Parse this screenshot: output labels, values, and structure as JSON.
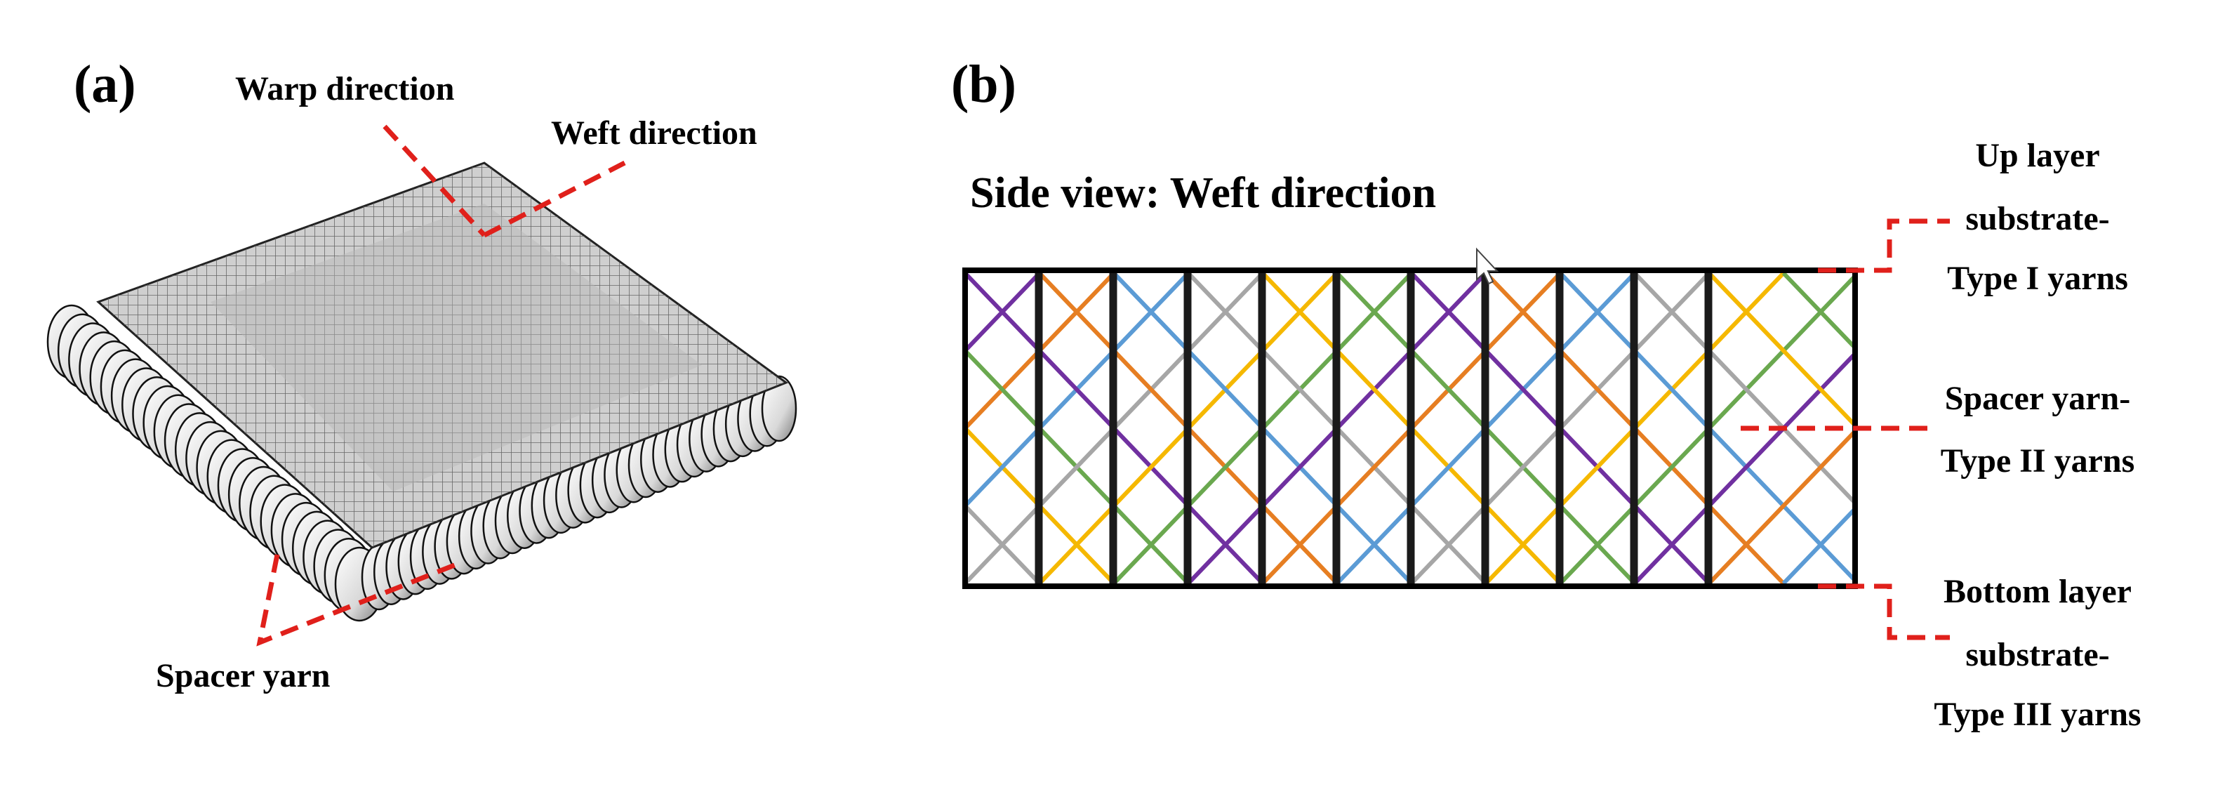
{
  "panel_a": {
    "label": "(a)",
    "warp_label": "Warp direction",
    "weft_label": "Weft direction",
    "spacer_label": "Spacer yarn"
  },
  "panel_b": {
    "label": "(b)",
    "title": "Side view: Weft direction",
    "up_layer": [
      "Up layer",
      "substrate-",
      "Type I yarns"
    ],
    "spacer": [
      "Spacer yarn-",
      "Type II yarns"
    ],
    "bottom_layer": [
      "Bottom layer",
      "substrate-",
      "Type III yarns"
    ]
  },
  "colors": {
    "leader": "#e0201b",
    "frame": "#000000",
    "yarns": [
      "#f5b800",
      "#1a1a1a",
      "#6aa84f",
      "#7030a0",
      "#e67e22",
      "#5b9bd5",
      "#a6a6a6"
    ]
  }
}
